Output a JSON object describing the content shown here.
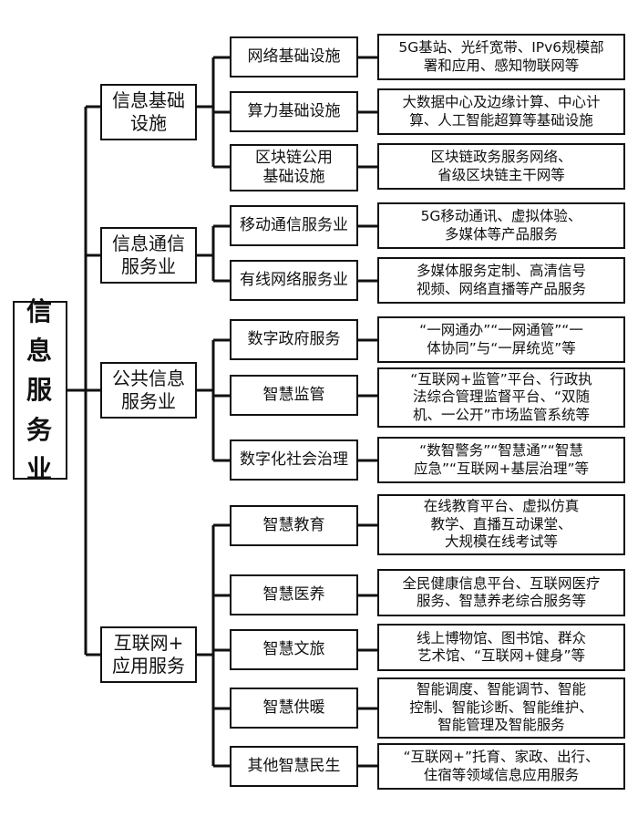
{
  "root": {
    "label": "信\n息\n服\n务\n业"
  },
  "categories": [
    {
      "label": "信息基础\n设施",
      "items": [
        {
          "label": "网络基础设施",
          "desc": "5G基站、光纤宽带、IPv6规模部\n署和应用、感知物联网等"
        },
        {
          "label": "算力基础设施",
          "desc": "大数据中心及边缘计算、中心计\n算、人工智能超算等基础设施"
        },
        {
          "label": "区块链公用\n基础设施",
          "desc": "区块链政务服务网络、\n省级区块链主干网等"
        }
      ]
    },
    {
      "label": "信息通信\n服务业",
      "items": [
        {
          "label": "移动通信服务业",
          "desc": "5G移动通讯、虚拟体验、\n多媒体等产品服务"
        },
        {
          "label": "有线网络服务业",
          "desc": "多媒体服务定制、高清信号\n视频、网络直播等产品服务"
        }
      ]
    },
    {
      "label": "公共信息\n服务业",
      "items": [
        {
          "label": "数字政府服务",
          "desc": "“一网通办”“一网通管”“一\n体协同”与“一屏统览”等"
        },
        {
          "label": "智慧监管",
          "desc": "“互联网+监管”平台、行政执\n法综合管理监督平台、“双随\n机、一公开”市场监管系统等"
        },
        {
          "label": "数字化社会治理",
          "desc": "“数智警务”“智慧通”“智慧\n应急”“互联网+基层治理”等"
        }
      ]
    },
    {
      "label": "互联网+\n应用服务",
      "items": [
        {
          "label": "智慧教育",
          "desc": "在线教育平台、虚拟仿真\n教学、直播互动课堂、\n大规模在线考试等"
        },
        {
          "label": "智慧医养",
          "desc": "全民健康信息平台、互联网医疗\n服务、智慧养老综合服务等"
        },
        {
          "label": "智慧文旅",
          "desc": "线上博物馆、图书馆、群众\n艺术馆、“互联网+健身”等"
        },
        {
          "label": "智慧供暖",
          "desc": "智能调度、智能调节、智能\n控制、智能诊断、智能维护、\n智能管理及智能服务"
        },
        {
          "label": "其他智慧民生",
          "desc": "“互联网+”托育、家政、出行、\n住宿等领域信息应用服务"
        }
      ]
    }
  ]
}
